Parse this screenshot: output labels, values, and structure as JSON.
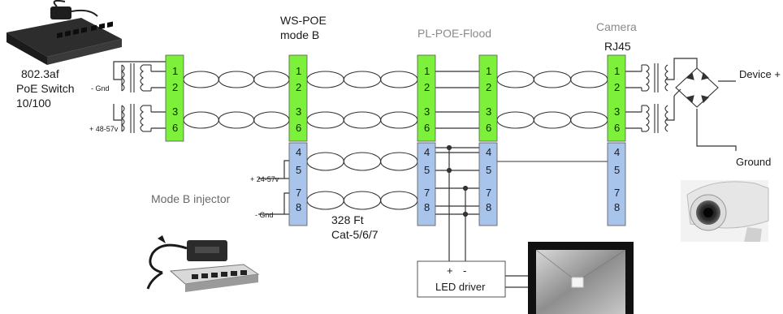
{
  "labels": {
    "switch": [
      "802.3af",
      "PoE Switch",
      "10/100"
    ],
    "ws_poe": [
      "WS-POE",
      "mode B"
    ],
    "pl_poe": "PL-POE-Flood",
    "camera": "Camera",
    "rj45": "RJ45",
    "device_plus": "Device +",
    "ground": "Ground",
    "injector": "Mode B injector",
    "cable": [
      "328 Ft",
      "Cat-5/6/7"
    ],
    "gnd_left_top": "- Gnd",
    "v_left_top": "+ 48-57v",
    "v_left_mid": "+ 24-57v",
    "gnd_left_mid": "- Gnd",
    "driver_plus": "+",
    "driver_minus": "-",
    "led_driver": "LED driver"
  },
  "pins": {
    "green": [
      "1",
      "2",
      "3",
      "6"
    ],
    "blue": [
      "4",
      "5",
      "7",
      "8"
    ]
  },
  "colors": {
    "green_block": "#7cf03a",
    "blue_block": "#a9c4ea",
    "wire": "#333333",
    "block_border": "#555555"
  },
  "icons": [
    "poe-switch-photo",
    "poe-injector-photo",
    "security-camera-photo",
    "led-floodlight-photo",
    "bridge-rectifier-icon",
    "transformer-icon"
  ]
}
